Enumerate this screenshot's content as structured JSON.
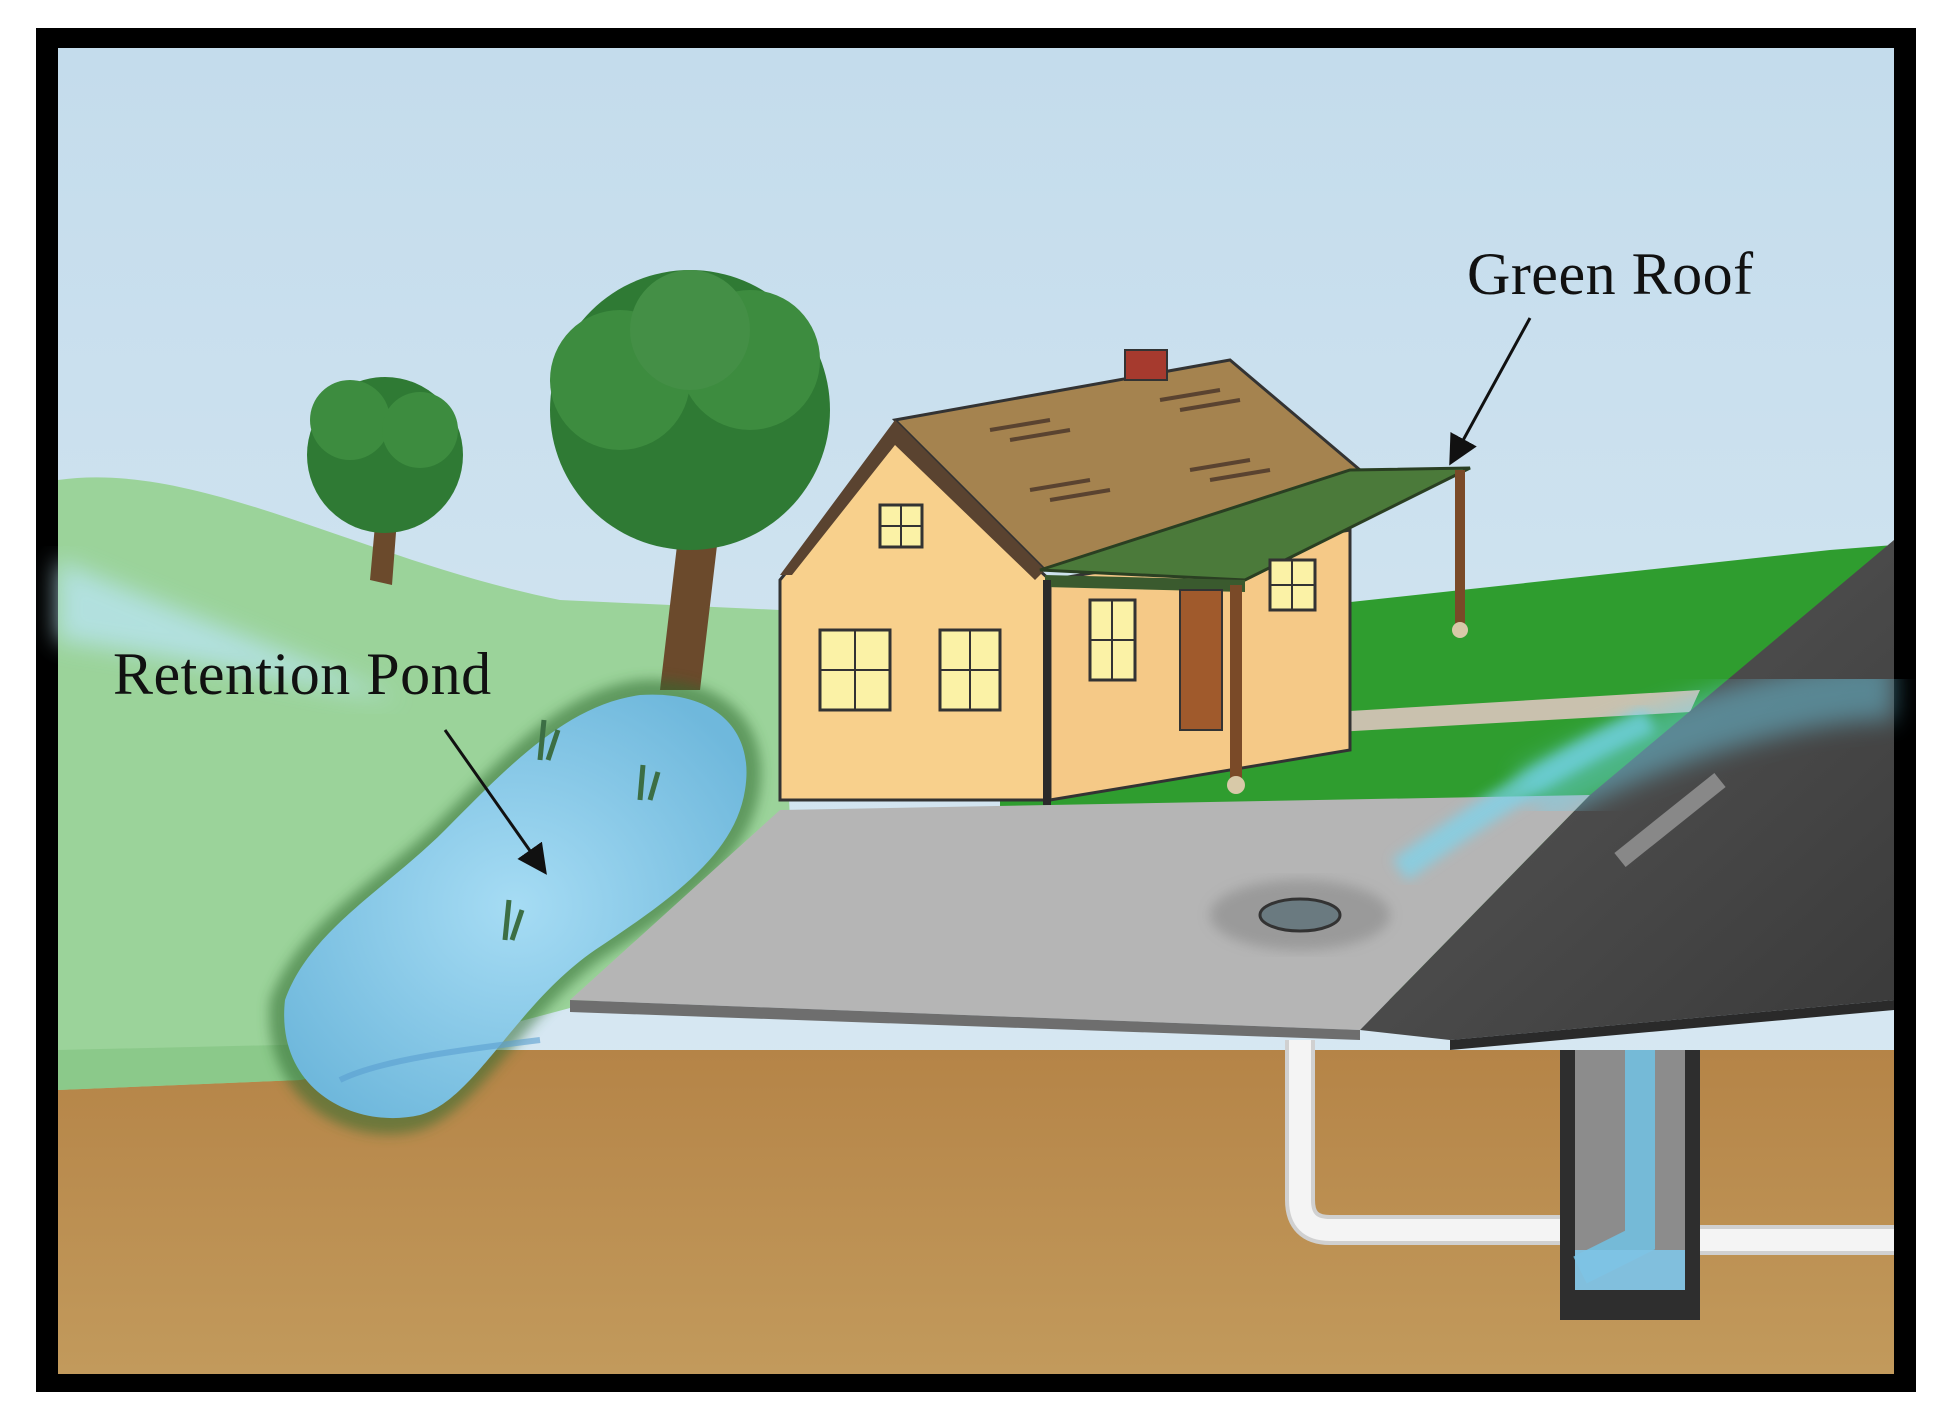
{
  "labels": {
    "retention_pond": "Retention Pond",
    "green_roof": "Green Roof"
  },
  "colors": {
    "sky": "#cfe2ee",
    "hill": "#9fd39a",
    "lawn": "#2f9d2f",
    "soil": "#b88a4a",
    "pond_water": "#8fd0ee",
    "house_wall": "#f8d08c",
    "roof": "#a5834f",
    "green_roof": "#4b7a3a",
    "pavement": "#b5b5b5",
    "road": "#4a4a4a",
    "pipe": "#f2f2f2",
    "runoff": "#6fd4f0",
    "frame": "#000000"
  },
  "icons": [
    "arrow-retention-pond",
    "arrow-green-roof",
    "storm-drain-grate",
    "downspout",
    "chimney"
  ]
}
